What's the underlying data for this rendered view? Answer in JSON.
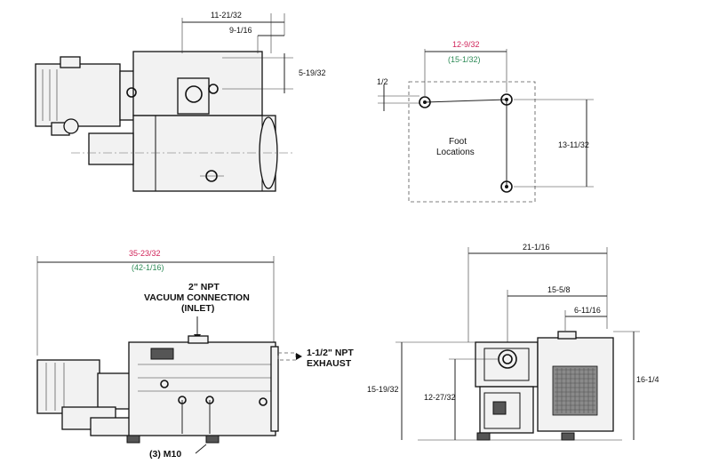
{
  "top_view": {
    "dim_a": "11-21/32",
    "dim_b": "9-1/16",
    "dim_c": "5-19/32"
  },
  "foot_view": {
    "dim_width_primary": "12-9/32",
    "dim_width_secondary": "(15-1/32)",
    "dim_offset": "1/2",
    "dim_height": "13-11/32",
    "label_line1": "Foot",
    "label_line2": "Locations"
  },
  "side_view": {
    "dim_length_primary": "35-23/32",
    "dim_length_secondary": "(42-1/16)",
    "inlet_line1": "2\" NPT",
    "inlet_line2": "VACUUM CONNECTION",
    "inlet_line3": "(INLET)",
    "exhaust_line1": "1-1/2\" NPT",
    "exhaust_line2": "EXHAUST",
    "mount_label": "(3) M10"
  },
  "end_view": {
    "dim_overall_width": "21-1/16",
    "dim_width_b": "15-5/8",
    "dim_width_c": "6-11/16",
    "dim_height_overall": "15-19/32",
    "dim_height_inlet": "12-27/32",
    "dim_height_right": "16-1/4"
  },
  "colors": {
    "primary_dim": "#d0245a",
    "secondary_dim": "#2e8b57"
  }
}
